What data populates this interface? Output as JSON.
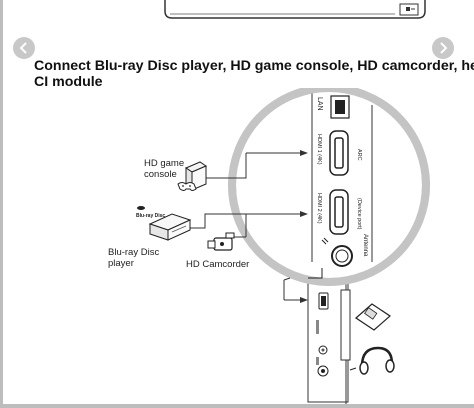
{
  "nav": {
    "prev_icon": "chevron-left-icon",
    "next_icon": "chevron-right-icon"
  },
  "page": {
    "title_line1": "Connect Blu-ray Disc player, HD game console, HD camcorder, headp",
    "title_line2": "CI module"
  },
  "diagram": {
    "devices": {
      "game_console": {
        "line1": "HD game",
        "line2": "console"
      },
      "bluray": {
        "line1": "Blu-ray Disc",
        "line2": "player",
        "logo": "Blu-ray Disc"
      },
      "camcorder": "HD Camcorder"
    },
    "ports": {
      "lan": "LAN",
      "hdmi1": "HDMI 1 (4K)",
      "hdmi1_sub": "ARC",
      "hdmi2": "HDMI 2 (4K)",
      "hdmi2_sub": "(Device port)",
      "antenna": "Antenna"
    }
  }
}
